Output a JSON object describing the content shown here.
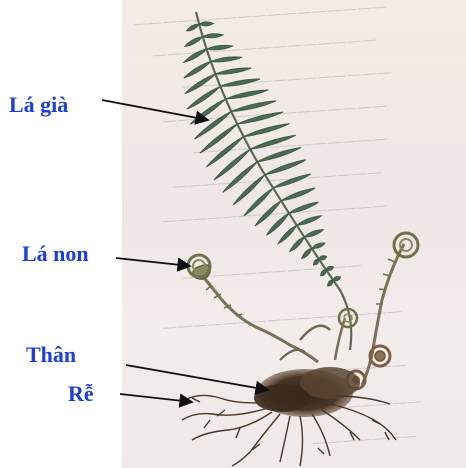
{
  "labels": {
    "mature_leaf": "Lá già",
    "young_leaf": "Lá non",
    "stem": "Thân",
    "root": "Rễ"
  },
  "colors": {
    "label_text": "#1d3fd6",
    "frond": "#4c6a55",
    "stem": "#6b5a45",
    "root": "#4a3626",
    "page_background": "#efe8e6"
  }
}
